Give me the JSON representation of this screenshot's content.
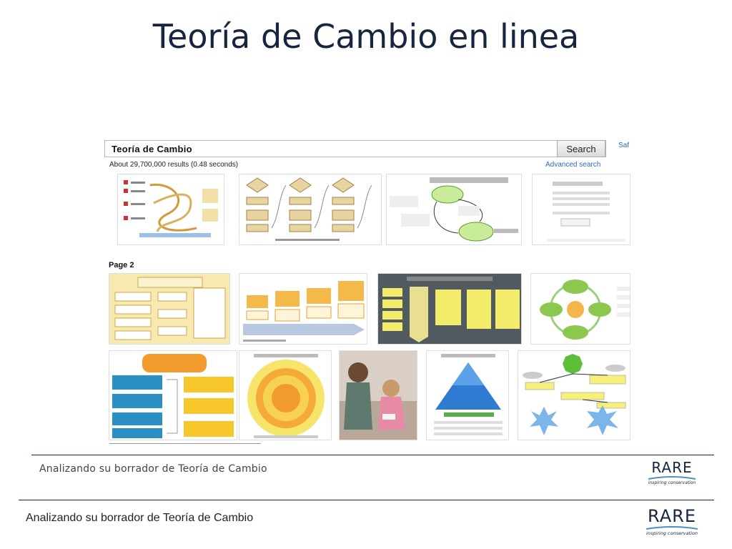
{
  "slide": {
    "title": "Teoría de Cambio en linea"
  },
  "search": {
    "query": "Teoría de Cambio",
    "button_label": "Search",
    "side_link": "Saf",
    "results_stats": "About 29,700,000 results (0.48 seconds)",
    "advanced_link": "Advanced search",
    "page_label": "Page 2"
  },
  "thumbnails": [
    {
      "id": "flowchart-orange"
    },
    {
      "id": "diamond-flow"
    },
    {
      "id": "cycle-diagram"
    },
    {
      "id": "flash-player-notice"
    },
    {
      "id": "theory-of-change-yellow"
    },
    {
      "id": "arrow-process"
    },
    {
      "id": "grid-columns"
    },
    {
      "id": "circle-wheel"
    },
    {
      "id": "yellow-blue-boxes"
    },
    {
      "id": "concentric-circles"
    },
    {
      "id": "photo-woman-child"
    },
    {
      "id": "pyramid-diagram"
    },
    {
      "id": "star-network"
    }
  ],
  "footer": {
    "inner_text": "Analizando su borrador de Teoría de Cambio",
    "outer_text": "Analizando su borrador de Teoría de Cambio",
    "logo_text": "RARE",
    "logo_tagline": "inspiring conservation"
  },
  "colors": {
    "title": "#17253f",
    "link": "#3366cc",
    "orange": "#f0a020",
    "yellow": "#f6e04a",
    "green": "#7bc043"
  }
}
